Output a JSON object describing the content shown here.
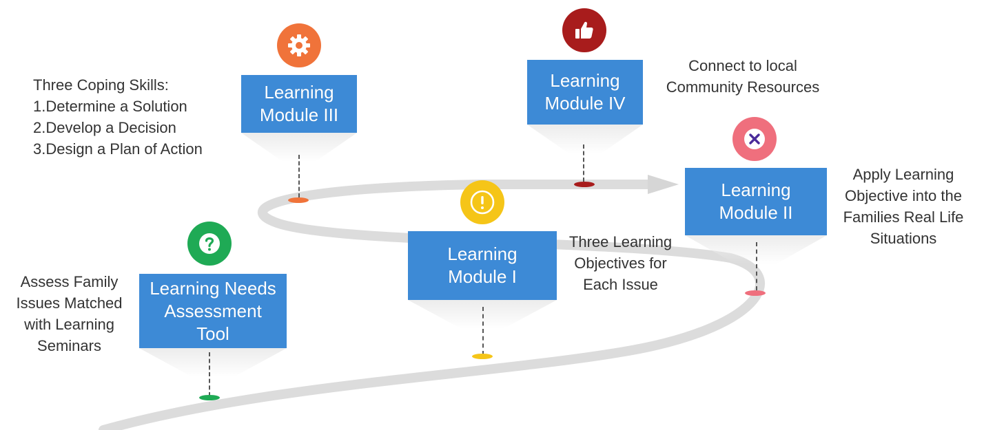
{
  "colors": {
    "box": "#3d8ad6",
    "road": "#dcdcdc",
    "arrow": "#d6d6d6",
    "assessment": "#1faa55",
    "module_1": "#f5c518",
    "module_2": "#ef6f7d",
    "module_3": "#f0733a",
    "module_4": "#a81c1c"
  },
  "milestones": {
    "assessment": {
      "label": "Learning Needs\nAssessment\nTool",
      "icon": "question-icon",
      "note": "Assess Family\nIssues Matched\nwith Learning\nSeminars"
    },
    "module_1": {
      "label": "Learning\nModule I",
      "icon": "exclamation-icon",
      "note": "Three Learning\nObjectives for\nEach Issue"
    },
    "module_2": {
      "label": "Learning\nModule II",
      "icon": "cross-icon",
      "note": "Apply Learning\nObjective into the\nFamilies Real Life\nSituations"
    },
    "module_3": {
      "label": "Learning\nModule III",
      "icon": "gear-icon",
      "note": "Three Coping Skills:\n1.Determine a Solution\n2.Develop a Decision\n3.Design a Plan of Action"
    },
    "module_4": {
      "label": "Learning\nModule IV",
      "icon": "thumbs-up-icon",
      "note": "Connect to local\nCommunity Resources"
    }
  }
}
